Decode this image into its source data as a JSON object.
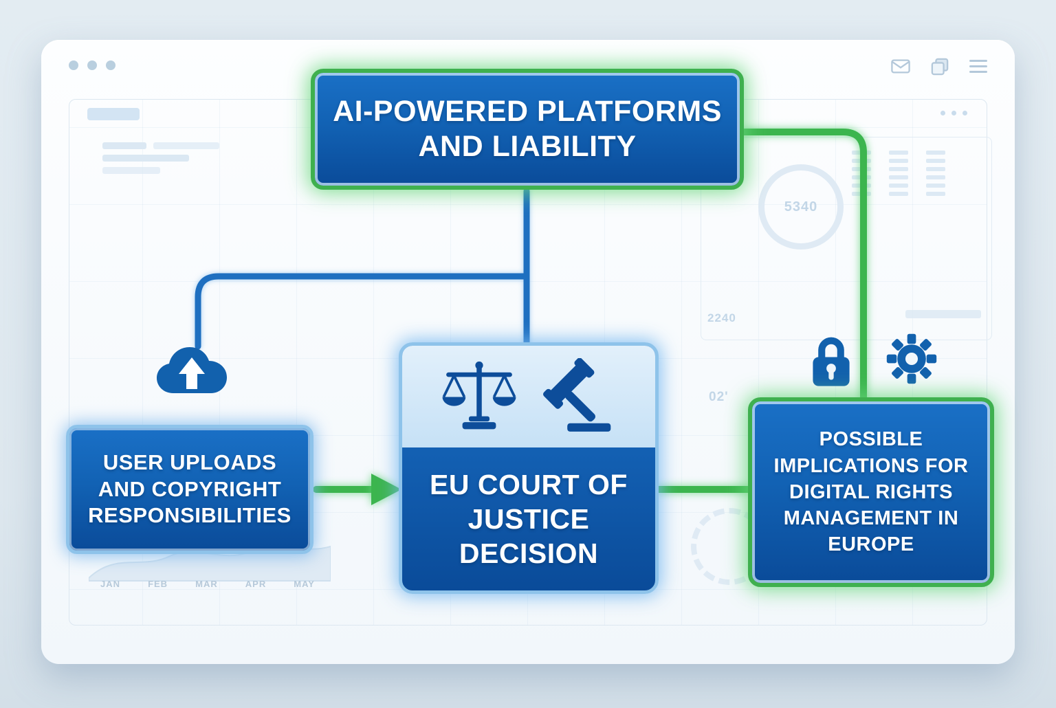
{
  "diagram": {
    "title": {
      "lines": [
        "AI-POWERED PLATFORMS",
        "AND LIABILITY"
      ]
    },
    "user_uploads": {
      "lines": [
        "USER UPLOADS",
        "AND COPYRIGHT",
        "RESPONSIBILITIES"
      ]
    },
    "court": {
      "lines": [
        "EU COURT OF",
        "JUSTICE",
        "DECISION"
      ]
    },
    "implications": {
      "lines": [
        "POSSIBLE",
        "IMPLICATIONS FOR",
        "DIGITAL RIGHTS",
        "MANAGEMENT IN",
        "EUROPE"
      ]
    }
  },
  "icons": {
    "upload": "cloud-upload-icon",
    "scales": "scales-of-justice-icon",
    "gavel": "gavel-icon",
    "lock": "lock-icon",
    "gear": "gear-icon",
    "mail": "mail-icon",
    "layers": "layers-icon",
    "menu": "menu-icon"
  },
  "background": {
    "months": [
      "JAN",
      "FEB",
      "MAR",
      "APR",
      "MAY"
    ],
    "gauge_value": "5340",
    "stat_value": "2240",
    "stat_value_2": "02'"
  },
  "colors": {
    "node_blue_top": "#1a70c6",
    "node_blue_bottom": "#0a4b99",
    "green_accent": "#3fb04f",
    "line_blue": "#1e6fc0",
    "line_green": "#3cb54e",
    "icon_blue": "#1261ad",
    "icon_dark_blue": "#0d4d9a"
  }
}
